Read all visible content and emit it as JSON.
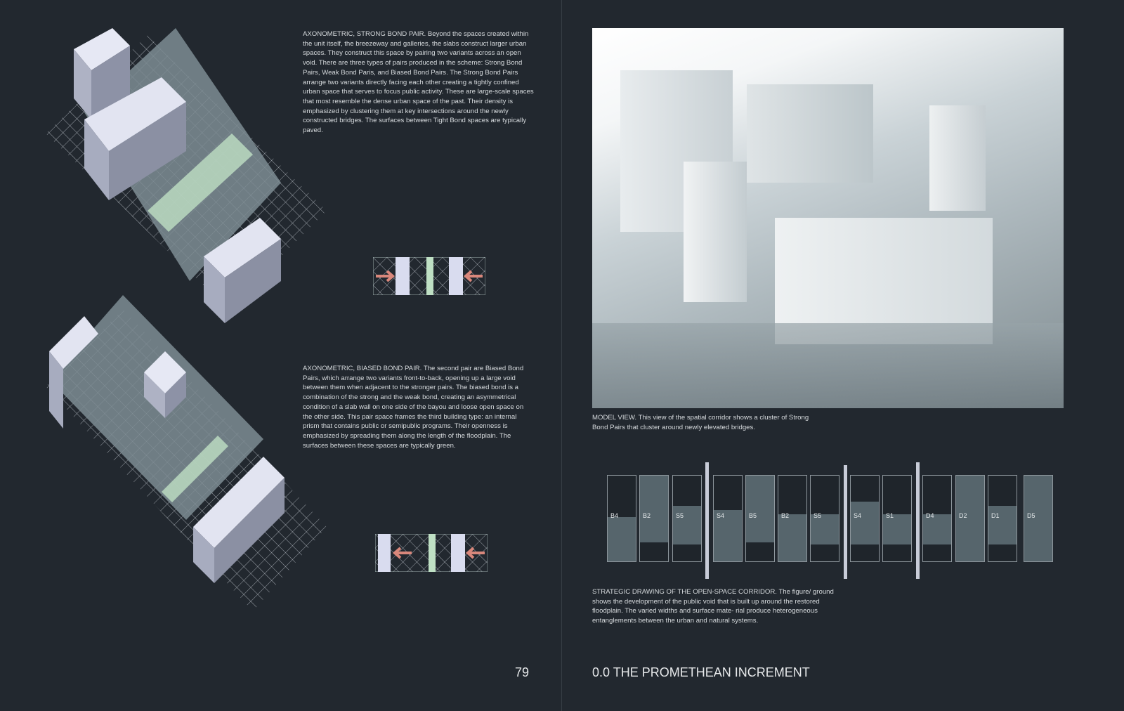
{
  "left_page": {
    "caption_strong": "AXONOMETRIC, STRONG BOND PAIR. Beyond the spaces created within the unit itself, the breezeway and galleries, the slabs construct larger urban spaces. They construct this space by pairing two variants across an open void. There are three types of pairs produced in the scheme: Strong Bond Pairs, Weak Bond Paris, and Biased Bond Pairs. The Strong Bond Pairs arrange two variants directly facing each other creating a tightly confined urban space that serves to focus public activity. These are large-scale spaces that most resemble the dense urban space of the past. Their density is emphasized by clustering them at key intersections around the newly constructed bridges. The surfaces between Tight Bond spaces are typically paved.",
    "caption_biased": "AXONOMETRIC, BIASED BOND PAIR. The second pair are Biased Bond Pairs, which arrange two variants front-to-back, opening up a large void between them when adjacent to the stronger pairs. The biased bond is a combination of the strong and the weak bond, creating an asymmetrical condition of a slab wall on one side of the bayou and loose open space on the other side. This pair space frames the third building type: an internal prism that contains public or semipublic programs. Their openness is emphasized by spreading them along the length of the floodplain. The surfaces between these spaces are typically green.",
    "page_number": "79"
  },
  "right_page": {
    "caption_model": "MODEL VIEW. This view of the spatial corridor shows a cluster of Strong Bond Pairs that cluster around newly elevated bridges.",
    "caption_strategic": "STRATEGIC DRAWING OF THE OPEN-SPACE CORRIDOR. The figure/ ground shows the development of the public void that is built up around the restored floodplain. The varied widths and surface mate- rial produce heterogeneous entanglements between the urban and natural systems.",
    "running_title": "0.0 THE PROMETHEAN INCREMENT",
    "strip_labels": [
      "B4",
      "B2",
      "S5",
      "S4",
      "B5",
      "B2",
      "S5",
      "S4",
      "S1",
      "D4",
      "D2",
      "D1",
      "D5"
    ]
  },
  "colors": {
    "background": "#22282f",
    "arrow": "#d9877b",
    "green": "#bfe0c4",
    "slab": "#d9dcef"
  }
}
